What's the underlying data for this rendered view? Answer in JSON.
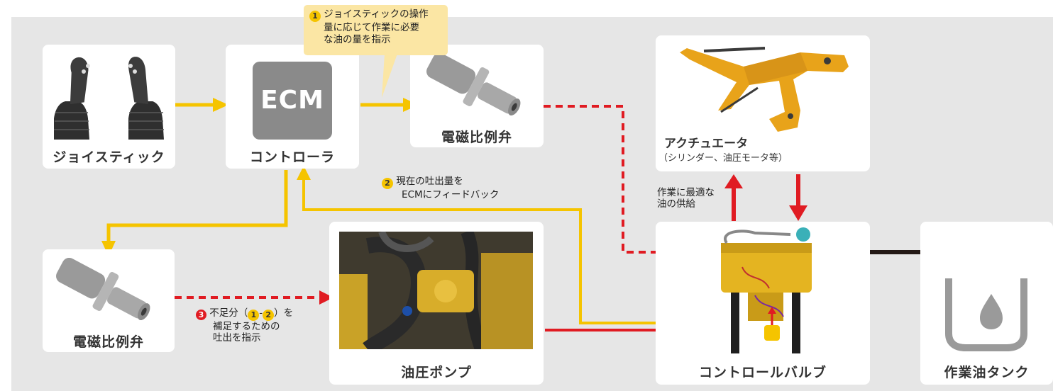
{
  "nodes": {
    "joystick": "ジョイスティック",
    "controller": "コントローラ",
    "ecm": "ECM",
    "solenoid_top": "電磁比例弁",
    "solenoid_bottom": "電磁比例弁",
    "actuator": "アクチュエータ",
    "actuator_sub": "（シリンダー、油圧モータ等）",
    "pump": "油圧ポンプ",
    "control_valve": "コントロールバルブ",
    "tank": "作業油タンク"
  },
  "notes": {
    "step1_num": "1",
    "step1_lines": [
      "ジョイスティックの操作",
      "量に応じて作業に必要",
      "な油の量を指示"
    ],
    "step2_num": "2",
    "step2_lines": [
      "現在の吐出量を",
      "ECMにフィードバック"
    ],
    "step3_num": "3",
    "step3_line1_pre": "不足分（",
    "step3_ref_a": "1",
    "step3_dash": "-",
    "step3_ref_b": "2",
    "step3_line1_post": "）を",
    "step3_lines": [
      "補足するための",
      "吐出を指示"
    ],
    "supply_lines": [
      "作業に最適な",
      "油の供給"
    ]
  },
  "colors": {
    "signal": "#f5c400",
    "hydraulic": "#e01b22",
    "return": "#231815",
    "panel": "#e6e6e6"
  },
  "icons": [
    "joystick-icon",
    "ecm-icon",
    "solenoid-valve-icon",
    "excavator-arm-icon",
    "hydraulic-pump-photo",
    "control-valve-icon",
    "oil-tank-icon"
  ]
}
